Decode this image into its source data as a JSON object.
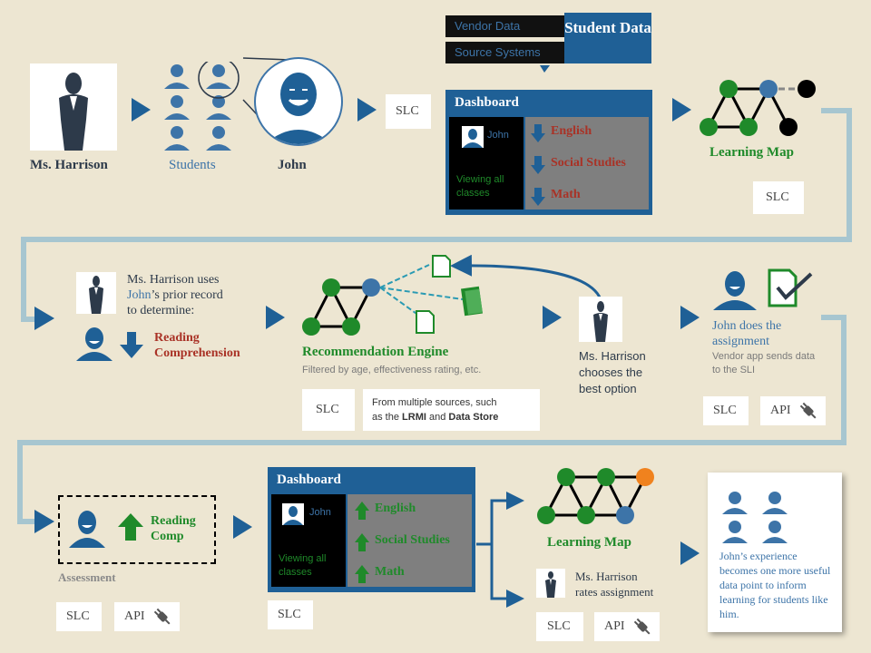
{
  "colors": {
    "background": "#ede6d2",
    "flow_line": "#a7c6d0",
    "arrow_blue": "#1f6096",
    "dark_navy": "#2d3a4a",
    "mid_blue": "#3d74a8",
    "green": "#1f8a2a",
    "red_text": "#a93226",
    "orange_node": "#f0821e"
  },
  "row1": {
    "teacher_name": "Ms. Harrison",
    "students_label": "Students",
    "john_label": "John",
    "slc": "SLC",
    "vendor_data": "Vendor Data",
    "source_systems": "Source Systems",
    "student_data": "Student Data",
    "dashboard": {
      "title": "Dashboard",
      "student": "John",
      "viewing": "Viewing all classes",
      "subjects": [
        "English",
        "Social Studies",
        "Math"
      ],
      "trend": "down"
    },
    "learning_map_label": "Learning Map",
    "slc_learning_map": "SLC"
  },
  "row2": {
    "uses_text_1": "Ms. Harrison uses",
    "uses_name": "John",
    "uses_text_2": "’s prior record",
    "uses_text_3": "to determine:",
    "reading_comprehension": "Reading Comprehension",
    "rec_engine_title": "Recommendation Engine",
    "rec_engine_sub": "Filtered by age, effectiveness rating, etc.",
    "slc": "SLC",
    "sources_text_1": "From multiple sources,  such",
    "sources_text_2a": "as the ",
    "sources_lrmi": "LRMI",
    "sources_and": " and ",
    "sources_data_store": "Data Store",
    "chooses_text": [
      "Ms. Harrison",
      "chooses the",
      "best option"
    ],
    "john_does": "John does the assignment",
    "vendor_app": "Vendor app sends data to the SLI",
    "slc2": "SLC",
    "api": "API"
  },
  "row3": {
    "reading_comp": "Reading Comp",
    "assessment": "Assessment",
    "slc": "SLC",
    "api": "API",
    "dashboard": {
      "title": "Dashboard",
      "student": "John",
      "viewing": "Viewing all classes",
      "subjects": [
        "English",
        "Social Studies",
        "Math"
      ],
      "trend": "up"
    },
    "slc_dash": "SLC",
    "learning_map_label": "Learning Map",
    "rates_text": [
      "Ms. Harrison",
      "rates assignment"
    ],
    "slc_rates": "SLC",
    "api_rates": "API",
    "experience_text": "John’s experience becomes one more useful data point to inform learning for students like him."
  }
}
